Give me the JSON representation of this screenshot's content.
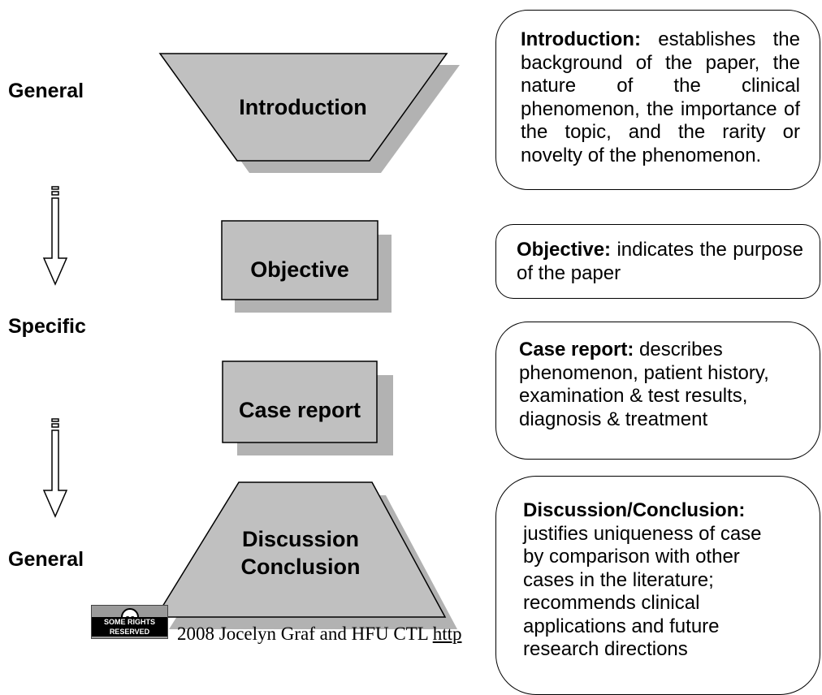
{
  "levels": {
    "top": "General",
    "middle": "Specific",
    "bottom": "General"
  },
  "stages": [
    {
      "shape": "inverted-trapezoid",
      "label": "Introduction"
    },
    {
      "shape": "rectangle",
      "label": "Objective"
    },
    {
      "shape": "rectangle",
      "label": "Case report"
    },
    {
      "shape": "trapezoid",
      "label_line1": "Discussion",
      "label_line2": "Conclusion"
    }
  ],
  "callouts": [
    {
      "title": "Introduction:",
      "body": "establishes the background of the paper, the nature of the clinical phenomenon, the importance of the topic, and the rarity or novelty of the phenomenon."
    },
    {
      "title": "Objective:",
      "body": "indicates the purpose of the paper"
    },
    {
      "title": "Case report:",
      "body": "describes phenomenon, patient history, examination & test results, diagnosis & treatment"
    },
    {
      "title": "Discussion/Conclusion:",
      "body": "justifies uniqueness of case by comparison with other cases in the literature; recommends clinical applications and future research directions"
    }
  ],
  "footer": {
    "badge_symbol": "cc",
    "badge_text": "SOME RIGHTS RESERVED",
    "text": "2008 Jocelyn Graf and HFU CTL",
    "link": "http"
  },
  "colors": {
    "shape_fill": "#c0c0c0",
    "shadow": "#b2b2b2",
    "outline": "#000000"
  }
}
